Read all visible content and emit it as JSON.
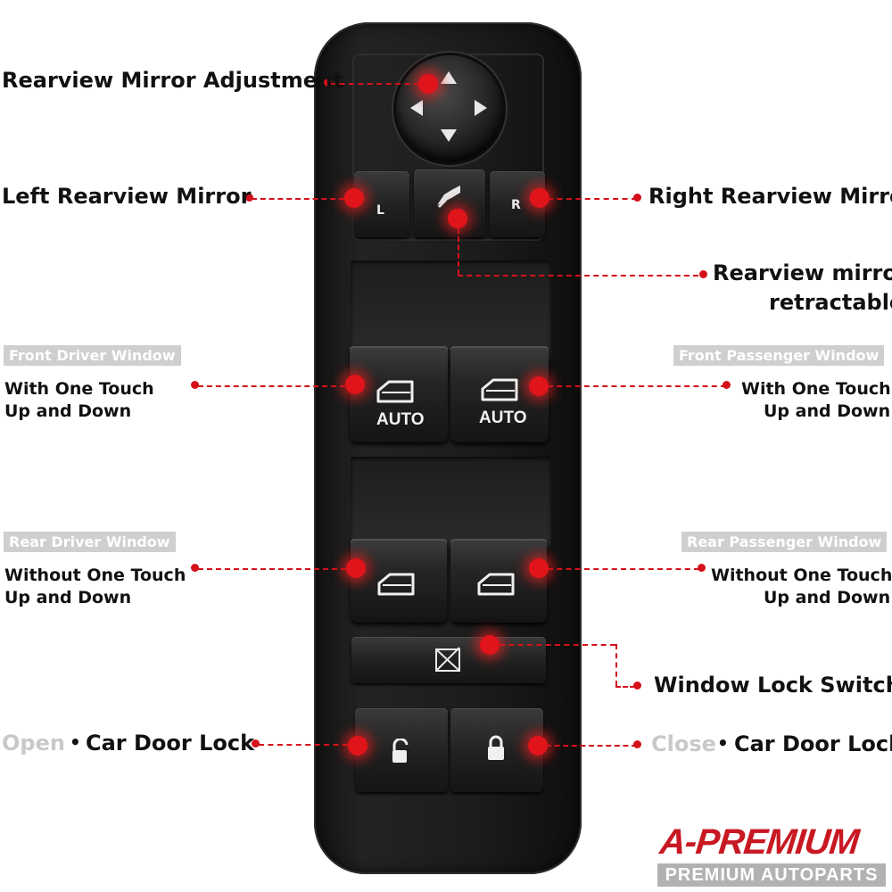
{
  "labels": {
    "mirror_adjust": "Rearview Mirror Adjustment",
    "left_mirror": "Left Rearview Mirror",
    "right_mirror": "Right Rearview Mirror",
    "retract_line1": "Rearview mirror",
    "retract_line2": "retractable",
    "front_driver_tag": "Front Driver Window",
    "front_driver_line1": "With One Touch",
    "front_driver_line2": "Up and Down",
    "front_passenger_tag": "Front Passenger Window",
    "front_passenger_line1": "With One Touch",
    "front_passenger_line2": "Up and Down",
    "rear_driver_tag": "Rear Driver Window",
    "rear_driver_line1": "Without One Touch",
    "rear_driver_line2": "Up and Down",
    "rear_passenger_tag": "Rear Passenger Window",
    "rear_passenger_line1": "Without One Touch",
    "rear_passenger_line2": "Up and Down",
    "window_lock": "Window Lock Switch",
    "open_word": "Open",
    "open_label": "Car Door Lock",
    "close_word": "Close",
    "close_label": "Car Door Lock",
    "bullet": "•"
  },
  "switch": {
    "left_key": "L",
    "right_key": "R",
    "auto_left": "AUTO",
    "auto_right": "AUTO"
  },
  "icons": {
    "mirror_knob": "four-way-arrow-joystick",
    "retract": "mirror-fold-icon",
    "window": "car-window-icon",
    "lock_switch": "window-lockout-icon",
    "unlock": "padlock-open-icon",
    "lock": "padlock-closed-icon"
  },
  "brand": {
    "name": "A-PREMIUM",
    "tagline": "PREMIUM AUTOPARTS"
  },
  "colors": {
    "callout_red": "#d4111b",
    "brand_red": "#c81822",
    "tag_grey": "#cfcfcf"
  }
}
